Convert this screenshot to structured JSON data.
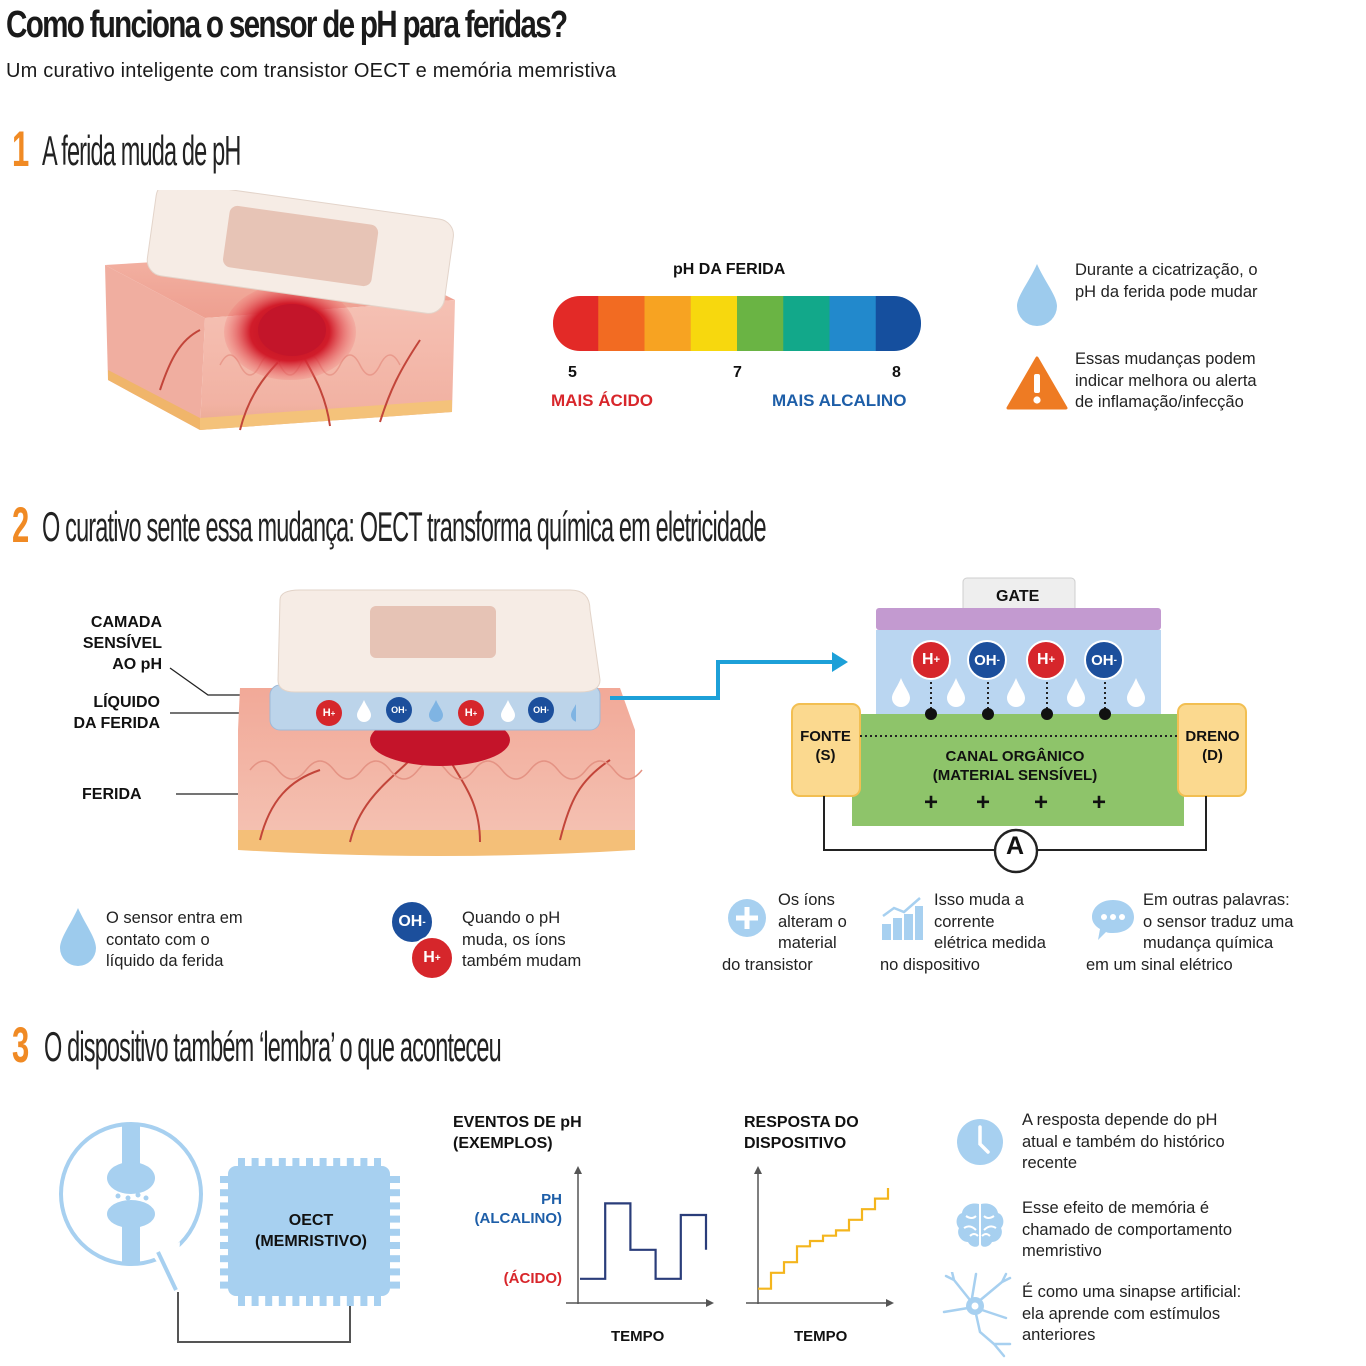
{
  "title": "Como funciona o sensor de pH para feridas?",
  "subtitle": "Um curativo inteligente com transistor OECT e memória memristiva",
  "section1": {
    "number": "1",
    "heading": "A ferida muda de pH",
    "scale_title": "pH DA FERIDA",
    "scale_colors": [
      "#e32a27",
      "#f26b22",
      "#f7a322",
      "#f7d80e",
      "#6ab444",
      "#12a88a",
      "#2289cc",
      "#154f9e"
    ],
    "tick_5": "5",
    "tick_7": "7",
    "tick_8": "8",
    "acid_label": "MAIS ÁCIDO",
    "alkaline_label": "MAIS ALCALINO",
    "acid_color": "#d8262b",
    "alkaline_color": "#1d5ea8",
    "note_drop_1": "Durante a cicatrização, o",
    "note_drop_2": "pH da ferida pode mudar",
    "note_warn_1": "Essas mudanças podem",
    "note_warn_2": "indicar melhora ou alerta",
    "note_warn_3": "de inflamação/infecção",
    "warn_icon_color": "#ee7b23",
    "drop_icon_color": "#9dcbed"
  },
  "section2": {
    "number": "2",
    "heading": "O curativo sente essa mudança: OECT transforma química em eletricidade",
    "label_layer_1": "CAMADA",
    "label_layer_2": "SENSÍVEL",
    "label_layer_3": "AO pH",
    "label_fluid_1": "LÍQUIDO",
    "label_fluid_2": "DA FERIDA",
    "label_wound": "FERIDA",
    "ion_h": "H",
    "ion_oh": "OH",
    "ion_plus": "+",
    "ion_minus": "-",
    "gate": "GATE",
    "source_1": "FONTE",
    "source_2": "(S)",
    "drain_1": "DRENO",
    "drain_2": "(D)",
    "channel_1": "CANAL ORGÂNICO",
    "channel_2": "(MATERIAL SENSÍVEL)",
    "ammeter": "A",
    "plus_sign": "+",
    "note1_1": "O sensor entra em",
    "note1_2": "contato com o",
    "note1_3": "líquido da ferida",
    "note2_1": "Quando o pH",
    "note2_2": "muda, os íons",
    "note2_3": "também mudam",
    "note3_1": "Os íons",
    "note3_2": "alteram o",
    "note3_3": "material",
    "note3_4": "do transistor",
    "note4_1": "Isso muda a",
    "note4_2": "corrente",
    "note4_3": "elétrica medida",
    "note4_4": "no dispositivo",
    "note5_1": "Em outras palavras:",
    "note5_2": "o sensor traduz uma",
    "note5_3": "mudança química",
    "note5_4": "em um sinal elétrico",
    "h_color": "#d6262b",
    "oh_color": "#1c4f9c",
    "arrow_color": "#1da0d8"
  },
  "section3": {
    "number": "3",
    "heading": "O dispositivo também ‘lembra’ o que aconteceu",
    "chip_1": "OECT",
    "chip_2": "(MEMRISTIVO)",
    "events_title_1": "EVENTOS DE pH",
    "events_title_2": "(EXEMPLOS)",
    "y_high_1": "PH",
    "y_high_2": "(ALCALINO)",
    "y_low": "(ÁCIDO)",
    "x_label_events": "TEMPO",
    "response_title_1": "RESPOSTA DO",
    "response_title_2": "DISPOSITIVO",
    "x_label_response": "TEMPO",
    "note_clock_1": "A resposta depende do pH",
    "note_clock_2": "atual e também do histórico",
    "note_clock_3": "recente",
    "note_brain_1": "Esse efeito de memória é",
    "note_brain_2": "chamado de comportamento",
    "note_brain_3": "memristivo",
    "note_neuron_1": "É como uma sinapse artificial:",
    "note_neuron_2": "ela aprende com estímulos",
    "note_neuron_3": "anteriores",
    "events_color": "#2a3d7a",
    "response_color": "#f4b51d",
    "icon_color": "#a7d0f0"
  },
  "chart_data": [
    {
      "type": "line",
      "title": "EVENTOS DE pH (EXEMPLOS)",
      "xlabel": "TEMPO",
      "ylabel": "PH",
      "x": [
        0,
        1,
        2,
        3,
        4,
        5,
        6,
        7,
        8,
        9,
        10
      ],
      "series": [
        {
          "values": [
            0.2,
            0.2,
            0.85,
            0.85,
            0.45,
            0.45,
            0.2,
            0.2,
            0.75,
            0.75,
            0.45
          ]
        }
      ]
    },
    {
      "type": "line",
      "title": "RESPOSTA DO DISPOSITIVO",
      "xlabel": "TEMPO",
      "series": [
        {
          "values": [
            0.05,
            0.2,
            0.3,
            0.45,
            0.5,
            0.55,
            0.6,
            0.7,
            0.8,
            0.9,
            1.0
          ]
        }
      ]
    }
  ]
}
